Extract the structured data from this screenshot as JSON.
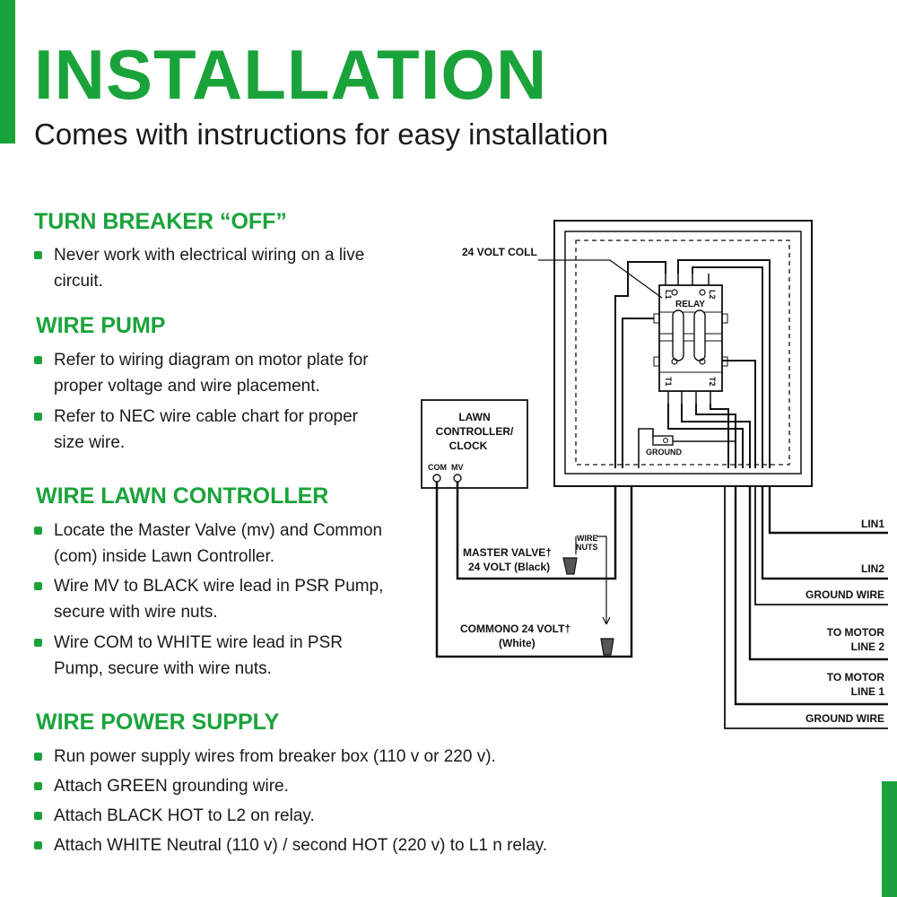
{
  "header": {
    "title": "INSTALLATION",
    "subtitle": "Comes with instructions for easy installation"
  },
  "colors": {
    "accent": "#1aa33a",
    "text": "#1a1a1a"
  },
  "sections": [
    {
      "heading": "TURN BREAKER “OFF”",
      "items": [
        "Never work with electrical wiring on a live circuit."
      ]
    },
    {
      "heading": "WIRE PUMP",
      "items": [
        "Refer to wiring diagram on motor plate for proper voltage and wire placement.",
        "Refer to NEC wire cable chart for proper size wire."
      ]
    },
    {
      "heading": "WIRE LAWN CONTROLLER",
      "items": [
        "Locate the Master Valve (mv) and Common (com) inside Lawn Controller.",
        "Wire MV to BLACK wire lead in PSR Pump, secure with wire nuts.",
        "Wire COM to WHITE wire lead in PSR Pump, secure with wire nuts."
      ]
    },
    {
      "heading": "WIRE POWER SUPPLY",
      "items": [
        "Run power supply wires from breaker box (110 v or 220 v).",
        "Attach GREEN grounding wire.",
        "Attach BLACK HOT to L2 on relay.",
        "Attach WHITE Neutral (110 v) / second HOT (220 v) to L1 n relay."
      ]
    }
  ],
  "diagram": {
    "coil_label": "24 VOLT COLL",
    "relay_label": "RELAY",
    "l1_top": "L1",
    "l2_top": "L2",
    "t1": "T1",
    "t2": "T2",
    "ground_label": "GROUND",
    "controller_line1": "LAWN",
    "controller_line2": "CONTROLLER/",
    "controller_line3": "CLOCK",
    "com_label": "COM",
    "mv_label": "MV",
    "wire_nuts_1": "WIRE",
    "wire_nuts_2": "NUTS",
    "master_valve_1": "MASTER VALVE†",
    "master_valve_2": "24 VOLT (Black)",
    "common_1": "COMMONO 24 VOLT†",
    "common_2": "(White)",
    "lin1": "LIN1",
    "lin2": "LIN2",
    "ground_wire_1": "GROUND WIRE",
    "motor_line2_1": "TO MOTOR",
    "motor_line2_2": "LINE 2",
    "motor_line1_1": "TO MOTOR",
    "motor_line1_2": "LINE 1",
    "ground_wire_2": "GROUND WIRE"
  }
}
